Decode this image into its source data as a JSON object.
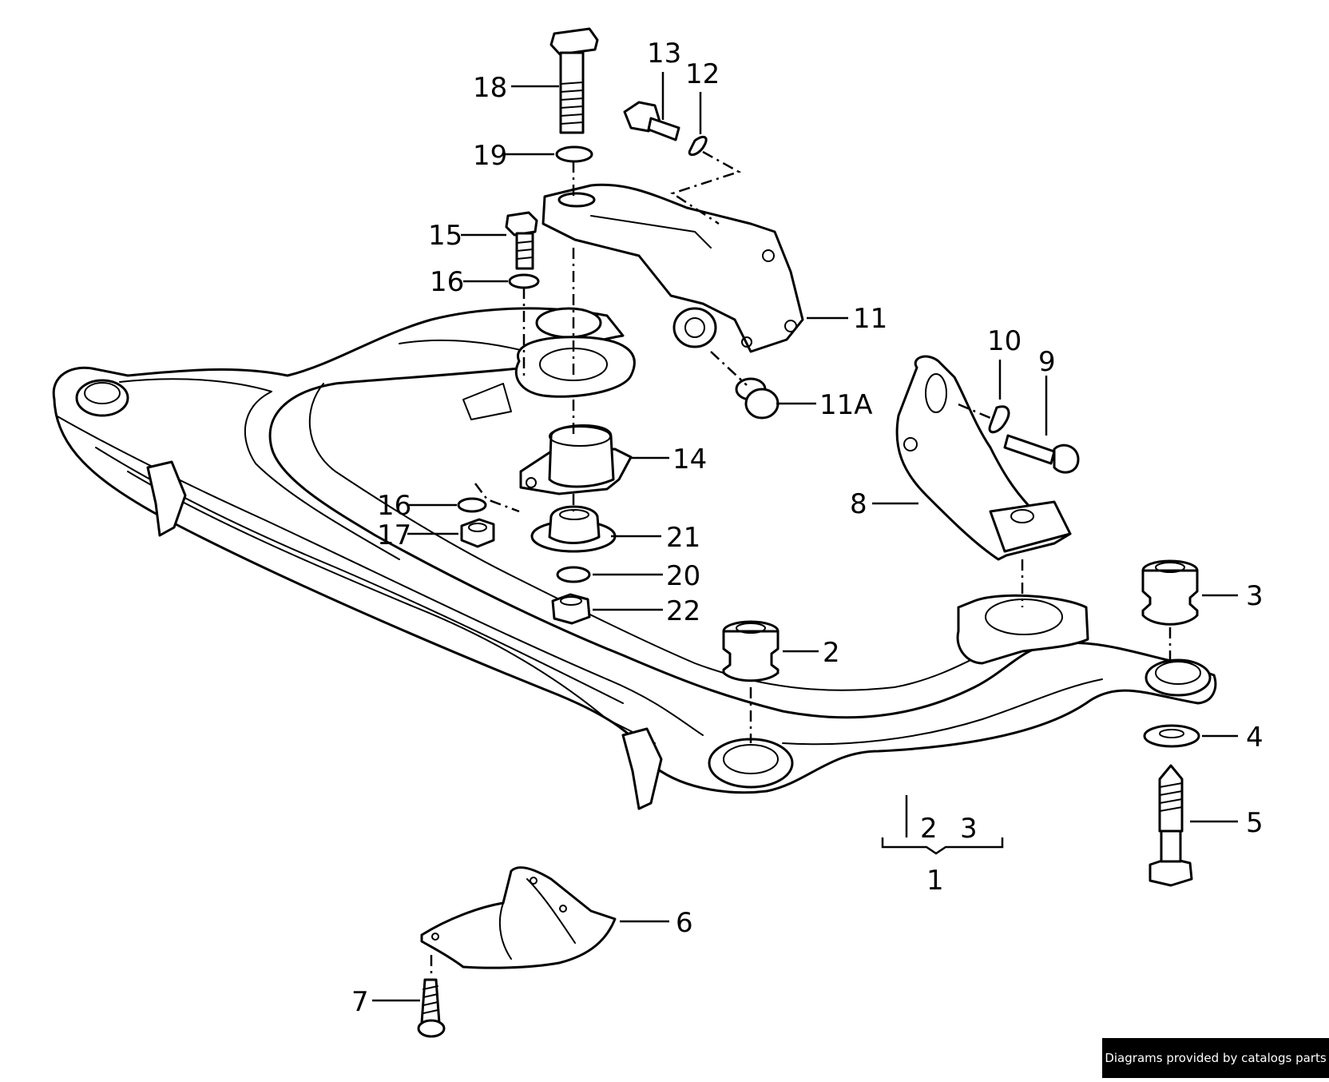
{
  "callouts": {
    "c1": "1",
    "c2": "2",
    "c3": "3",
    "c4": "4",
    "c5": "5",
    "c6": "6",
    "c7": "7",
    "c8": "8",
    "c9": "9",
    "c10": "10",
    "c11": "11",
    "c11a": "11A",
    "c12": "12",
    "c13": "13",
    "c14": "14",
    "c15": "15",
    "c16a": "16",
    "c16b": "16",
    "c17": "17",
    "c18": "18",
    "c19": "19",
    "c20": "20",
    "c21": "21",
    "c22": "22",
    "c2_sub": "2",
    "c3_sub": "3"
  },
  "footer": {
    "credit": "Diagrams provided by catalogs parts"
  }
}
